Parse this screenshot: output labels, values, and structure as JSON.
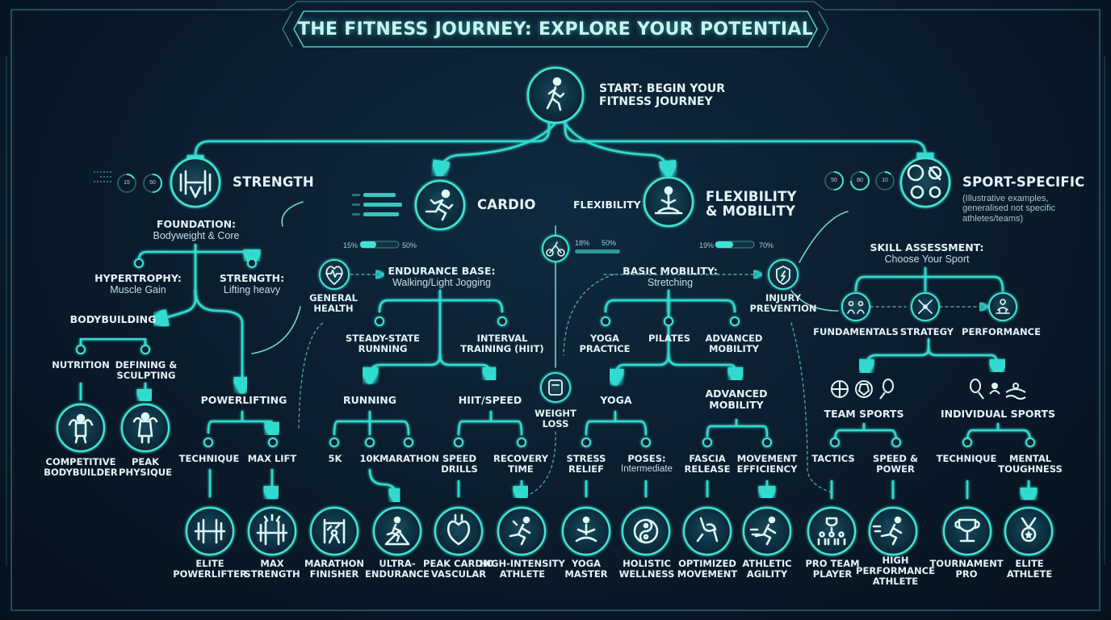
{
  "title": "THE FITNESS JOURNEY: EXPLORE YOUR POTENTIAL",
  "start": {
    "line1": "START: BEGIN YOUR",
    "line2": "FITNESS JOURNEY",
    "icon": "walking-person-icon"
  },
  "branches": {
    "strength": {
      "title": "STRENGTH",
      "icon": "dumbbell-icon",
      "foundation": {
        "title": "FOUNDATION:",
        "sub": "Bodyweight & Core"
      },
      "hypertrophy": {
        "title": "HYPERTROPHY:",
        "sub": "Muscle Gain"
      },
      "lifting": {
        "title": "STRENGTH:",
        "sub": "Lifting heavy"
      },
      "bodybuilding": "BODYBUILDING",
      "nutrition": "NUTRITION",
      "defining": [
        "DEFINING &",
        "SCULPTING"
      ],
      "competitive": [
        "COMPETITIVE",
        "BODYBUILDER"
      ],
      "peak": [
        "PEAK",
        "PHYSIQUE"
      ],
      "powerlifting": "POWERLIFTING",
      "technique": "TECHNIQUE",
      "max_lift": "MAX LIFT",
      "elite": [
        "ELITE",
        "POWERLIFTER"
      ],
      "max_strength": [
        "MAX",
        "STRENGTH"
      ],
      "rings": [
        "15",
        "50"
      ]
    },
    "cardio": {
      "title": "CARDIO",
      "icon": "runner-icon",
      "endurance": {
        "title": "ENDURANCE BASE:",
        "sub": "Walking/Light Jogging"
      },
      "steady": [
        "STEADY-STATE",
        "RUNNING"
      ],
      "interval": [
        "INTERVAL",
        "TRAINING (HIIT)"
      ],
      "running": "RUNNING",
      "hiit": "HIIT/SPEED",
      "k5": "5K",
      "k10": "10K",
      "marathon": "MARATHON",
      "speed": [
        "SPEED",
        "DRILLS"
      ],
      "recovery": [
        "RECOVERY",
        "TIME"
      ],
      "finisher": [
        "MARATHON",
        "FINISHER"
      ],
      "ultra": [
        "ULTRA-",
        "ENDURANCE"
      ],
      "peak_cardio": [
        "PEAK CARDIO",
        "VASCULAR"
      ],
      "hi_athlete": [
        "HIGH-INTENSITY",
        "ATHLETE"
      ],
      "progress": {
        "left": "15%",
        "right": "50%"
      }
    },
    "general_health": [
      "GENERAL",
      "HEALTH"
    ],
    "weight_loss": [
      "WEIGHT",
      "LOSS"
    ],
    "center_progress": {
      "left": "18%",
      "right": "50%"
    },
    "flexibility": {
      "title": [
        "FLEXIBILITY",
        "& MOBILITY"
      ],
      "side_label": "FLEXIBILITY",
      "icon": "lotus-pose-icon",
      "basic": {
        "title": "BASIC MOBILITY:",
        "sub": "Stretching"
      },
      "yoga_practice": [
        "YOGA",
        "PRACTICE"
      ],
      "pilates": "PILATES",
      "adv_mobility": [
        "ADVANCED",
        "MOBILITY"
      ],
      "yoga": "YOGA",
      "adv_mobility2": [
        "ADVANCED",
        "MOBILITY"
      ],
      "stress": [
        "STRESS",
        "RELIEF"
      ],
      "poses": {
        "title": "POSES:",
        "sub": "Intermediate"
      },
      "fascia": [
        "FASCIA",
        "RELEASE"
      ],
      "movement_eff": [
        "MOVEMENT",
        "EFFICIENCY"
      ],
      "yoga_master": [
        "YOGA",
        "MASTER"
      ],
      "holistic": [
        "HOLISTIC",
        "WELLNESS"
      ],
      "optimized": [
        "OPTIMIZED",
        "MOVEMENT"
      ],
      "agility": [
        "ATHLETIC",
        "AGILITY"
      ],
      "progress": {
        "left": "19%",
        "right": "70%"
      }
    },
    "injury": [
      "INJURY",
      "PREVENTION"
    ],
    "sport": {
      "title": "SPORT-SPECIFIC",
      "icon": "sports-balls-icon",
      "note": [
        "(Illustrative examples,",
        "generalised not specific",
        "athletes/teams)"
      ],
      "skill": {
        "title": "SKILL ASSESSMENT:",
        "sub": "Choose Your Sport"
      },
      "fundamentals": "FUNDAMENTALS",
      "strategy": "STRATEGY",
      "performance": "PERFORMANCE",
      "team": "TEAM SPORTS",
      "individual": "INDIVIDUAL SPORTS",
      "tactics": "TACTICS",
      "speed_power": [
        "SPEED &",
        "POWER"
      ],
      "technique": "TECHNIQUE",
      "mental": [
        "MENTAL",
        "TOUGHNESS"
      ],
      "pro_team": [
        "PRO TEAM",
        "PLAYER"
      ],
      "high_perf": [
        "HIGH",
        "PERFORMANCE",
        "ATHLETE"
      ],
      "tournament": [
        "TOURNAMENT",
        "PRO"
      ],
      "elite_athlete": [
        "ELITE",
        "ATHLETE"
      ],
      "rings": [
        "50",
        "80",
        "10"
      ]
    }
  },
  "colors": {
    "background": "#0a1b2b",
    "accent": "#33dbd0",
    "text": "#e4f3f7"
  }
}
